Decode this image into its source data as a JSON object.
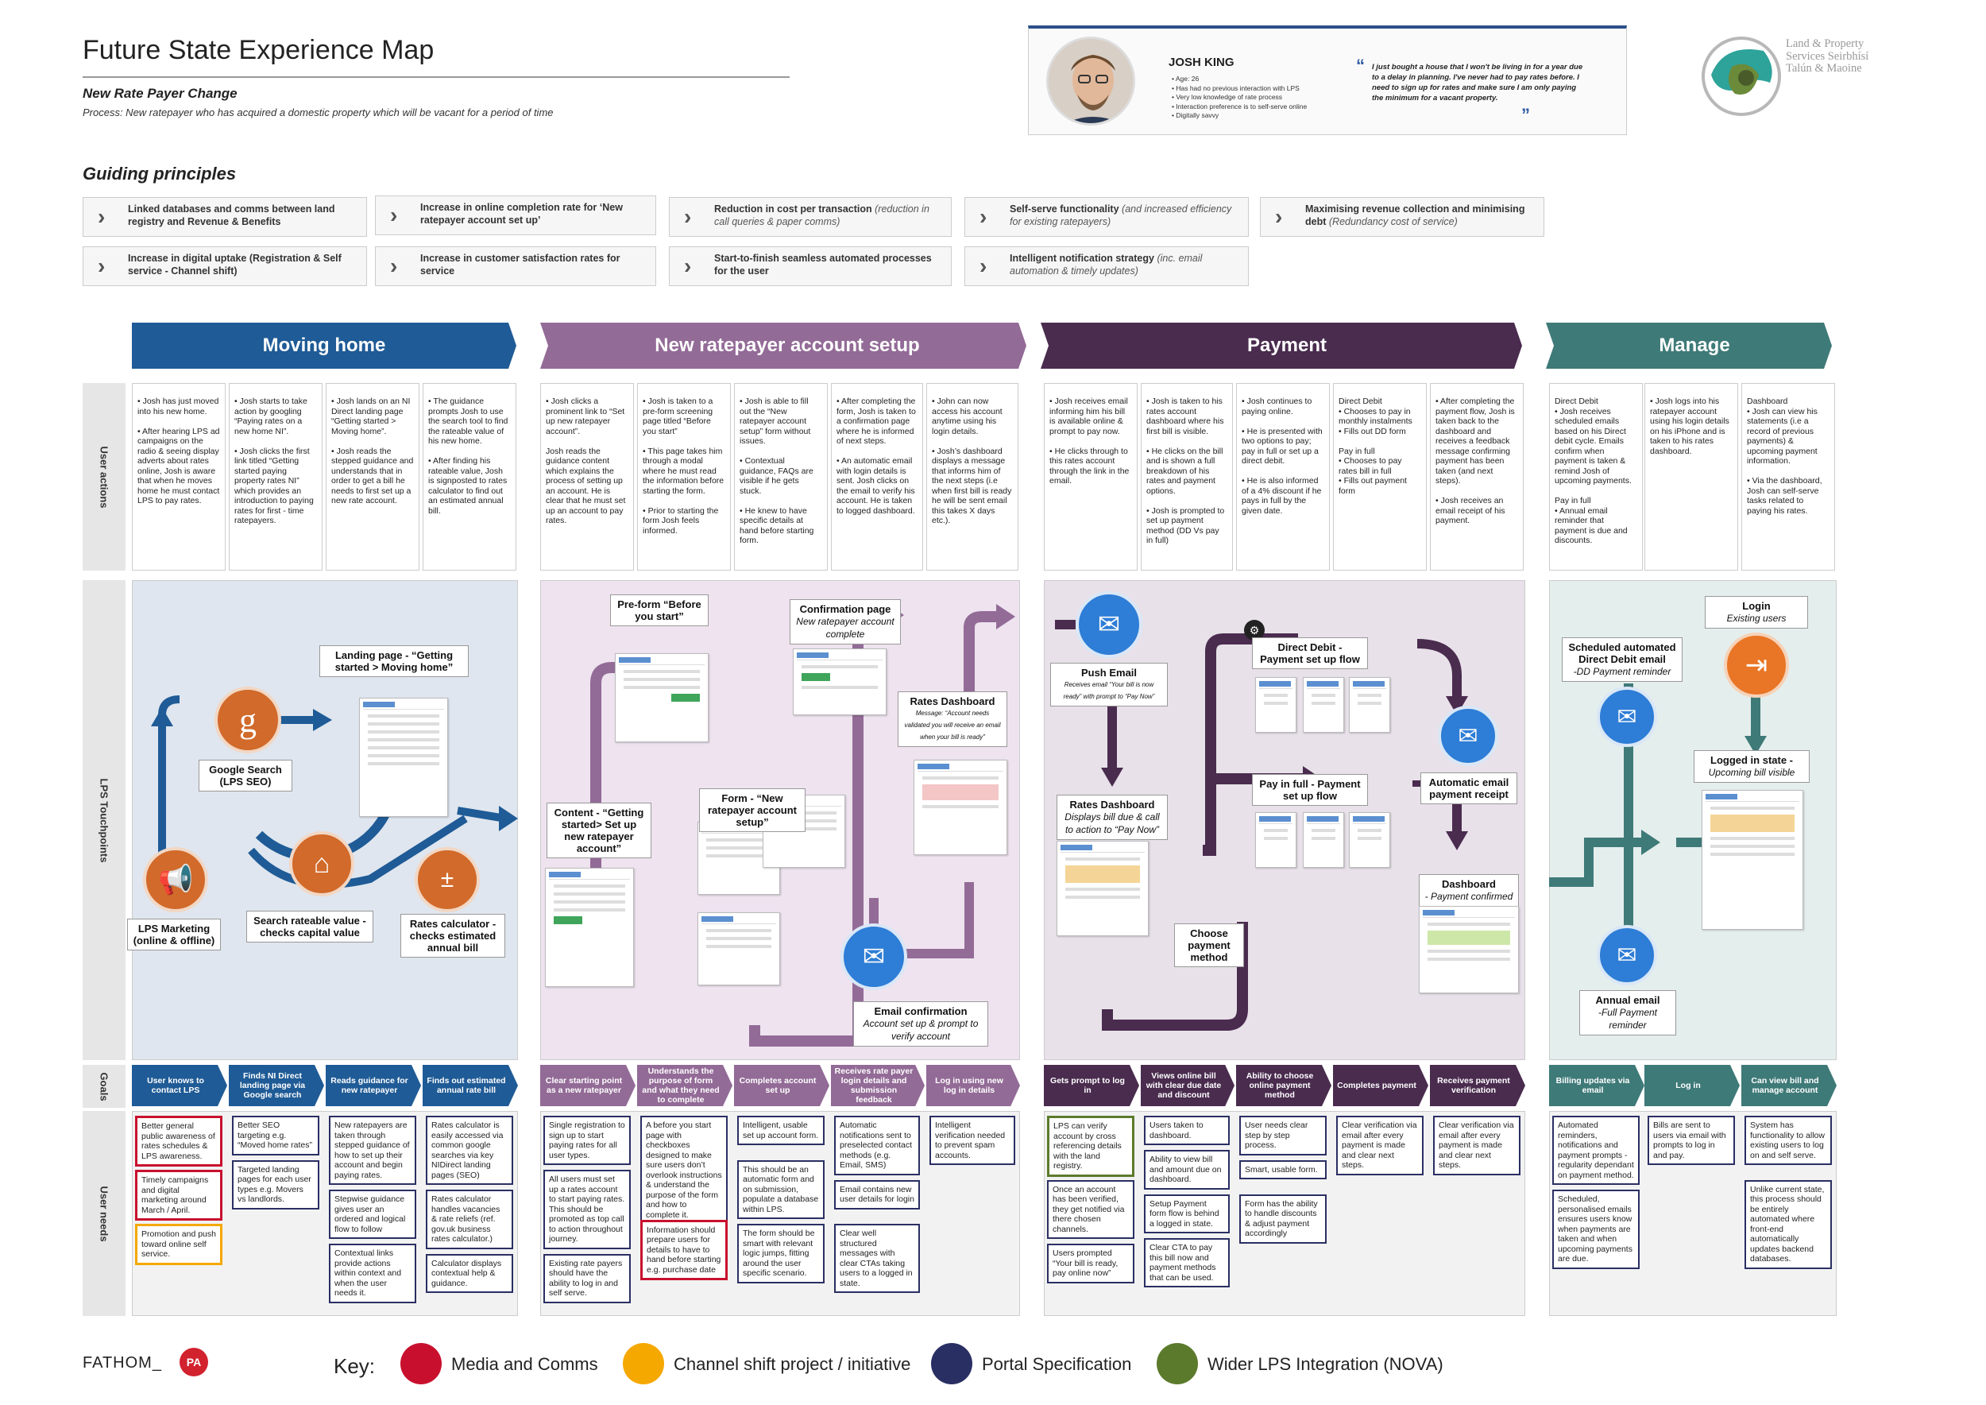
{
  "header": {
    "title": "Future State Experience Map",
    "subtitle": "New Rate Payer Change",
    "process": "Process: New ratepayer who has acquired a domestic property which will be vacant for a period of time"
  },
  "persona": {
    "name": "JOSH KING",
    "bullets": [
      "• Age:  26",
      "• Has had no previous interaction with LPS",
      "• Very low knowledge of rate process",
      "• Interaction preference is to self-serve online",
      "• Digitally savvy"
    ],
    "quote": "I just bought a house that I won't be living in for a year due to a delay in planning. I've never had to pay rates before. I need to sign up for rates and make sure I am only paying the minimum for a vacant property."
  },
  "logo": {
    "text": "Land & Property Services Seirbhísí Talún & Maoine"
  },
  "principles": {
    "heading": "Guiding principles",
    "items": [
      {
        "main": "Linked databases and comms between land registry and Revenue & Benefits",
        "sub": ""
      },
      {
        "main": "Increase in online completion rate for ‘New ratepayer account set up’",
        "sub": ""
      },
      {
        "main": "Reduction in cost per transaction",
        "sub": "(reduction in call queries & paper comms)"
      },
      {
        "main": "Self-serve functionality",
        "sub": "(and increased efficiency for existing ratepayers)"
      },
      {
        "main": "Maximising revenue collection and minimising debt",
        "sub": "(Redundancy cost of service)"
      },
      {
        "main": "Increase in digital uptake (Registration & Self service - Channel shift)",
        "sub": ""
      },
      {
        "main": "Increase in customer satisfaction rates for service",
        "sub": ""
      },
      {
        "main": "Start-to-finish seamless automated processes for the user",
        "sub": ""
      },
      {
        "main": "Intelligent notification strategy",
        "sub": "(inc. email automation & timely updates)"
      }
    ]
  },
  "colors": {
    "moving": "#1f5b96",
    "setup": "#936b97",
    "payment": "#4a2c4f",
    "manage": "#3e7a78",
    "red": "#c8102e",
    "orange": "#f5a800",
    "navy": "#2a2f63",
    "green": "#5c7a2c"
  },
  "phases": [
    "Moving home",
    "New ratepayer account setup",
    "Payment",
    "Manage"
  ],
  "lanes": {
    "actions": "User actions",
    "touch": "LPS Touchpoints",
    "goals": "Goals",
    "needs": "User needs"
  },
  "actions": [
    "• Josh has just moved into his new home.\n\n• After hearing LPS ad campaigns on the radio & seeing display adverts about rates online, Josh is aware that when he moves home he must contact LPS to pay rates.",
    "• Josh starts to take action by googling “Paying rates on a new home NI”.\n\n• Josh clicks the first link titled “Getting started paying property rates NI” which provides an introduction to paying rates for first - time ratepayers.",
    "• Josh lands on an NI Direct landing page “Getting started > Moving home”.\n\n• Josh reads the stepped guidance and understands that in order to get a bill he needs to first set up a new rate account.",
    "• The guidance prompts Josh to use the search tool to find the rateable value of his new home.\n\n• After finding his rateable value, Josh is signposted to rates calculator to find out an estimated annual bill.",
    "• Josh clicks a prominent link to “Set up new ratepayer account”.\n\nJosh reads the guidance content which explains the process of setting up an account. He is clear that he must set up an account to pay rates.",
    "• Josh is taken to a pre-form screening page titled “Before you start”\n\n• This page takes him through a modal where he must read the information before starting the form.\n\n• Prior to starting the form Josh feels informed.",
    "• Josh is able to fill out the “New ratepayer account setup” form without issues.\n\n• Contextual guidance, FAQs are visible if he gets stuck.\n\n• He knew to have specific details at hand before starting form.",
    "• After completing the form, Josh is taken to a confirmation page where he is informed of next steps.\n\n• An automatic email with login details is sent. Josh clicks on the email to verify his account. He is taken to logged dashboard.",
    "• John can now access his account anytime using his login details.\n\n• Josh’s dashboard displays a message that informs him of the next steps (i.e when first bill is ready he will be sent email this takes X days etc.).",
    "• Josh receives email informing him his bill is available online & prompt to pay now.\n\n• He clicks through to this rates account through the link in the email.",
    "• Josh is taken to his rates account dashboard where his first bill is visible.\n\n• He clicks on the bill and is shown a full breakdown of his rates and payment options.\n\n• Josh is prompted to set up payment method (DD Vs pay in full)",
    "• Josh continues to paying online.\n\n• He is presented with two options to pay; pay in full or set up a direct debit.\n\n• He is also informed of a 4% discount if he pays in full by the given date.",
    "Direct Debit\n• Chooses to pay in monthly instalments\n• Fills out DD form\n\nPay in full\n• Chooses to pay rates bill in full\n• Fills out payment form",
    "• After completing the payment flow, Josh is taken back to the dashboard and receives a feedback message confirming payment has been taken (and next steps).\n\n• Josh receives an email receipt of his payment.",
    "Direct Debit\n• Josh receives scheduled emails based on his Direct debit cycle. Emails confirm when payment is taken & remind Josh of upcoming payments.\n\nPay in full\n• Annual email reminder that payment is due and discounts.",
    "• Josh logs into his ratepayer account using his login details on his iPhone and is taken to his rates dashboard.",
    "Dashboard\n• Josh can view his statements (i.e a record of previous payments) & upcoming payment information.\n\n• Via the dashboard, Josh can self-serve tasks related to paying his rates."
  ],
  "touch": {
    "moving": [
      "Landing page - “Getting started > Moving home”",
      "Google Search (LPS SEO)",
      "LPS Marketing (online & offline)",
      "Search rateable value - checks capital value",
      "Rates calculator - checks estimated annual bill"
    ],
    "setup": [
      "Pre-form “Before you start”",
      "Confirmation page",
      "New ratepayer account complete",
      "Rates Dashboard",
      "Message: “Account needs validated you will receive an email when your bill is ready”",
      "Content - “Getting started> Set up new ratepayer account”",
      "Form - “New ratepayer account setup”",
      "Email confirmation",
      "Account set up & prompt to verify account"
    ],
    "payment": [
      "Push Email",
      "Receives email “Your bill is now ready” with prompt to “Pay Now”",
      "Direct Debit - Payment set up flow",
      "Rates Dashboard",
      "Displays bill due & call to action to “Pay Now”",
      "Pay in full - Payment set up flow",
      "Automatic email payment receipt",
      "Choose payment method",
      "Dashboard",
      "- Payment confirmed"
    ],
    "manage": [
      "Login",
      "Existing users",
      "Scheduled automated Direct Debit email",
      "-DD Payment reminder",
      "Logged in state -",
      "Upcoming bill visible",
      "Annual email",
      "-Full Payment reminder"
    ]
  },
  "goals": [
    "User knows to contact LPS",
    "Finds NI Direct landing page via Google search",
    "Reads guidance for new ratepayer",
    "Finds out estimated annual rate bill",
    "Clear starting point as a new ratepayer",
    "Understands the purpose of form and what they need to complete",
    "Completes account set up",
    "Receives rate payer login details and submission feedback",
    "Log in using new log in details",
    "Gets prompt to log in",
    "Views online bill with clear due date and discount",
    "Ability to choose online payment method",
    "Completes payment",
    "Receives payment verification",
    "Billing updates via email",
    "Log in",
    "Can view bill and manage account"
  ],
  "needs": [
    [
      {
        "t": "Better general public awareness of rates schedules & LPS awareness.",
        "c": "red"
      },
      {
        "t": "Timely campaigns and digital marketing around March / April.",
        "c": "red"
      },
      {
        "t": "Promotion and push toward online self service.",
        "c": "orange"
      }
    ],
    [
      {
        "t": "Better SEO targeting e.g. “Moved home rates”",
        "c": "navy"
      },
      {
        "t": "Targeted landing pages for each user types e.g. Movers vs landlords.",
        "c": "navy"
      }
    ],
    [
      {
        "t": "New ratepayers are taken through stepped guidance of how to set up their account and begin paying rates.",
        "c": "navy"
      },
      {
        "t": "Stepwise guidance gives user an ordered and logical flow to follow",
        "c": "navy"
      },
      {
        "t": "Contextual links provide actions within context and when the user needs it.",
        "c": "navy"
      }
    ],
    [
      {
        "t": "Rates calculator is easily accessed via common google searches via key NIDirect landing pages (SEO)",
        "c": "navy"
      },
      {
        "t": "Rates calculator handles vacancies & rate reliefs (ref. gov.uk business rates calculator.)",
        "c": "navy"
      },
      {
        "t": "Calculator displays contextual help & guidance.",
        "c": "navy"
      }
    ],
    [
      {
        "t": "Single registration to sign up to start paying rates for all user types.",
        "c": "navy"
      },
      {
        "t": "All users must set up a rates account to start paying rates. This should be promoted as top call to action throughout journey.",
        "c": "navy"
      },
      {
        "t": "Existing rate payers should have the ability to log in and self serve.",
        "c": "navy"
      }
    ],
    [
      {
        "t": "A before you start page with checkboxes designed to make sure users don’t overlook instructions & understand the purpose of the form and how to complete it.",
        "c": "navy"
      },
      {
        "t": "Information should prepare users for details to have to hand before starting e.g. purchase date",
        "c": "red"
      }
    ],
    [
      {
        "t": "Intelligent, usable set up account form.",
        "c": "navy"
      },
      {
        "t": "This should be an automatic form and on submission, populate a database within LPS.",
        "c": "navy"
      },
      {
        "t": "The form should be smart with relevant logic jumps, fitting around the user specific scenario.",
        "c": "navy"
      }
    ],
    [
      {
        "t": "Automatic notifications sent to preselected contact methods (e.g. Email, SMS)",
        "c": "navy"
      },
      {
        "t": "Email contains new user details for login",
        "c": "navy"
      },
      {
        "t": "Clear well structured messages with clear CTAs taking users to a logged in state.",
        "c": "navy"
      }
    ],
    [
      {
        "t": "Intelligent verification needed to prevent spam accounts.",
        "c": "navy"
      }
    ],
    [
      {
        "t": "LPS can verify account by cross referencing details with the land registry.",
        "c": "green"
      },
      {
        "t": "Once an account has been verified, they get notified via there chosen channels.",
        "c": "navy"
      },
      {
        "t": "Users prompted “Your bill is ready, pay online now”",
        "c": "navy"
      }
    ],
    [
      {
        "t": "Users taken to dashboard.",
        "c": "navy"
      },
      {
        "t": "Ability to view bill and amount due on dashboard.",
        "c": "navy"
      },
      {
        "t": "Setup Payment form flow is behind a logged in state.",
        "c": "navy"
      },
      {
        "t": "Clear CTA to pay this bill now and payment methods that can be used.",
        "c": "navy"
      }
    ],
    [
      {
        "t": "User needs clear step by step process.",
        "c": "navy"
      },
      {
        "t": "Smart, usable form.",
        "c": "navy"
      },
      {
        "t": "Form has the ability to handle discounts & adjust payment accordingly",
        "c": "navy"
      }
    ],
    [
      {
        "t": "Clear verification via email after every payment is made and clear next steps.",
        "c": "navy"
      }
    ],
    [
      {
        "t": "Clear verification via email after every payment is made and clear next steps.",
        "c": "navy"
      }
    ],
    [
      {
        "t": "Automated reminders, notifications and payment prompts - regularity dependant on payment method.",
        "c": "navy"
      },
      {
        "t": "Scheduled, personalised emails ensures users know when payments are taken and when upcoming payments are due.",
        "c": "navy"
      }
    ],
    [
      {
        "t": "Bills are sent to users via email with prompts to log in and pay.",
        "c": "navy"
      }
    ],
    [
      {
        "t": "System has functionality to allow existing users to log on and self serve.",
        "c": "navy"
      },
      {
        "t": "Unlike current state, this process should be entirely automated where front-end automatically updates backend databases.",
        "c": "navy"
      }
    ]
  ],
  "footer": {
    "brand": "FATHOM_",
    "pa": "PA",
    "key_label": "Key:",
    "key": [
      {
        "label": "Media and Comms",
        "color": "#c8102e"
      },
      {
        "label": "Channel shift project / initiative",
        "color": "#f5a800"
      },
      {
        "label": "Portal Specification",
        "color": "#2a2f63"
      },
      {
        "label": "Wider LPS Integration (NOVA)",
        "color": "#5c7a2c"
      }
    ]
  }
}
